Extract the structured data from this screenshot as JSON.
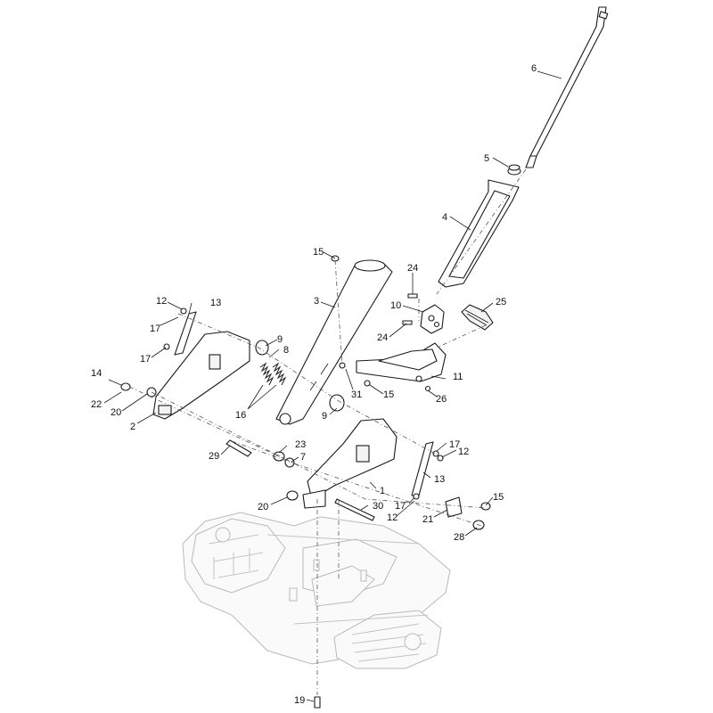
{
  "callouts": [
    {
      "id": "c6",
      "label": "6"
    },
    {
      "id": "c5",
      "label": "5"
    },
    {
      "id": "c4",
      "label": "4"
    },
    {
      "id": "c15a",
      "label": "15"
    },
    {
      "id": "c24a",
      "label": "24"
    },
    {
      "id": "c25",
      "label": "25"
    },
    {
      "id": "c3",
      "label": "3"
    },
    {
      "id": "c10",
      "label": "10"
    },
    {
      "id": "c24b",
      "label": "24"
    },
    {
      "id": "c12a",
      "label": "12"
    },
    {
      "id": "c13a",
      "label": "13"
    },
    {
      "id": "c17a",
      "label": "17"
    },
    {
      "id": "c9a",
      "label": "9"
    },
    {
      "id": "c8",
      "label": "8"
    },
    {
      "id": "c17b",
      "label": "17"
    },
    {
      "id": "c11",
      "label": "11"
    },
    {
      "id": "c14",
      "label": "14"
    },
    {
      "id": "c31",
      "label": "31"
    },
    {
      "id": "c15b",
      "label": "15"
    },
    {
      "id": "c22",
      "label": "22"
    },
    {
      "id": "c20a",
      "label": "20"
    },
    {
      "id": "c16",
      "label": "16"
    },
    {
      "id": "c9b",
      "label": "9"
    },
    {
      "id": "c26",
      "label": "26"
    },
    {
      "id": "c2",
      "label": "2"
    },
    {
      "id": "c23",
      "label": "23"
    },
    {
      "id": "c17c",
      "label": "17"
    },
    {
      "id": "c29",
      "label": "29"
    },
    {
      "id": "c7",
      "label": "7"
    },
    {
      "id": "c12b",
      "label": "12"
    },
    {
      "id": "c13b",
      "label": "13"
    },
    {
      "id": "c1",
      "label": "1"
    },
    {
      "id": "c15c",
      "label": "15"
    },
    {
      "id": "c20b",
      "label": "20"
    },
    {
      "id": "c30",
      "label": "30"
    },
    {
      "id": "c17d",
      "label": "17"
    },
    {
      "id": "c12c",
      "label": "12"
    },
    {
      "id": "c21",
      "label": "21"
    },
    {
      "id": "c28",
      "label": "28"
    },
    {
      "id": "c19",
      "label": "19"
    }
  ]
}
